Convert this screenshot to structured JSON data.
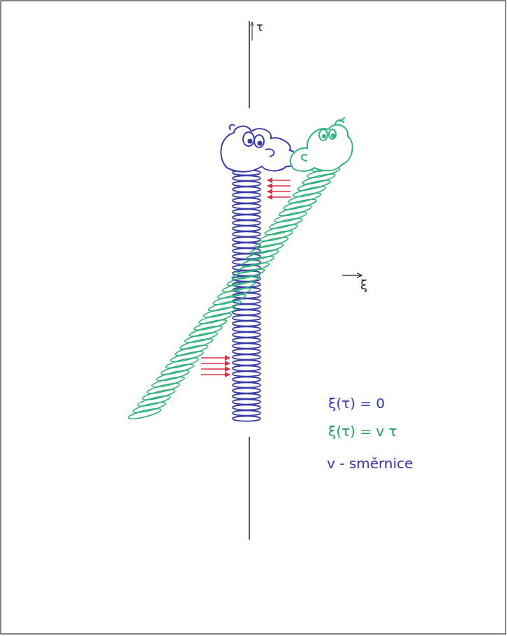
{
  "diagram": {
    "labels": [
      "τ",
      "ξ",
      "ξ(τ) = 0",
      "ξ(τ) = v τ",
      "v - směrnice"
    ]
  }
}
